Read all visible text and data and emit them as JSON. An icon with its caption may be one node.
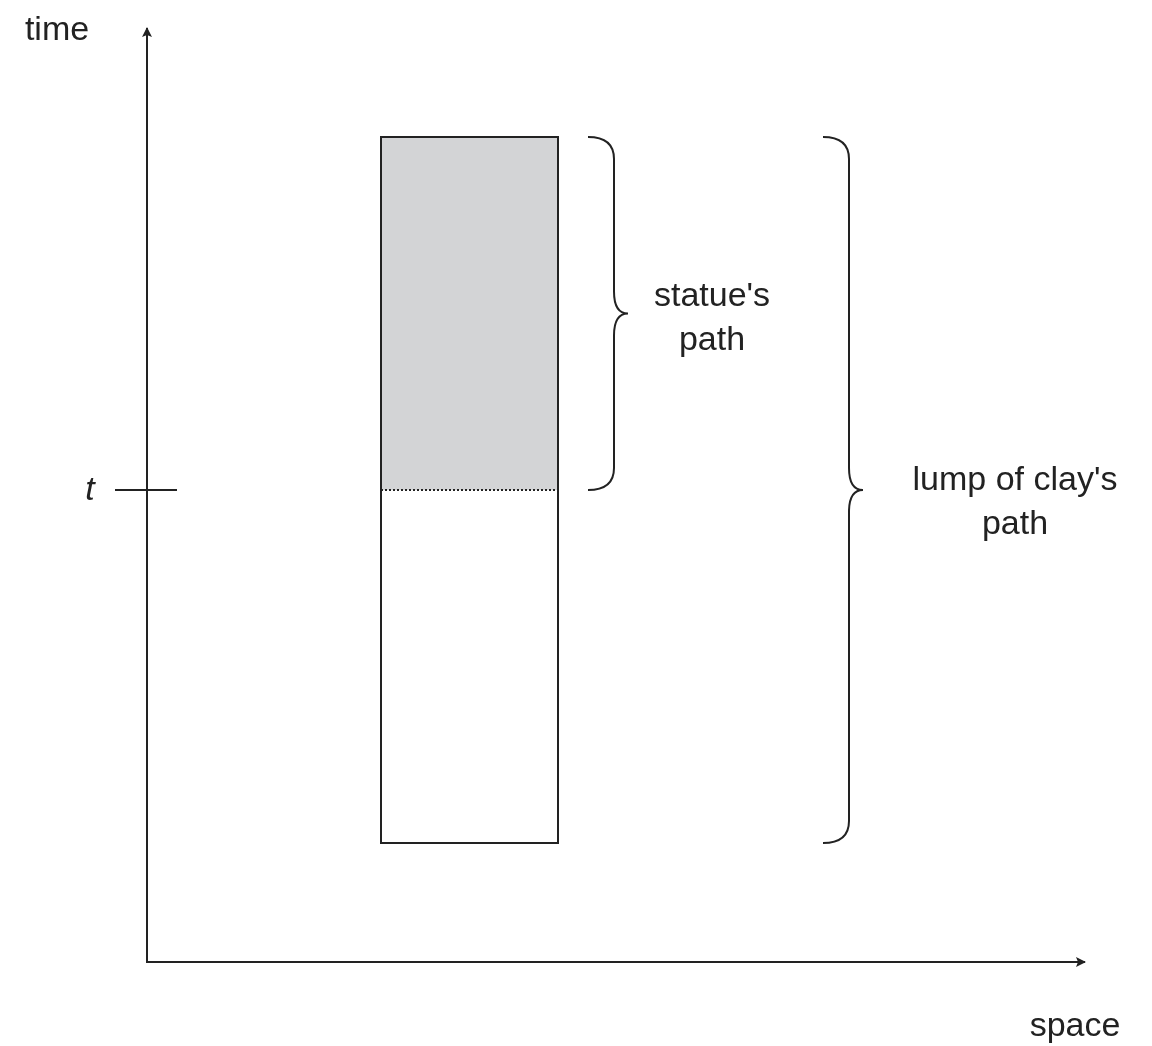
{
  "diagram": {
    "nodes": [
      {
        "text": [],
        "shape": "bar"
      },
      {
        "text": [],
        "shape": "bar"
      }
    ],
    "labels": [
      "time",
      "statue's path",
      "t",
      "lump of clay's path",
      "space"
    ]
  }
}
